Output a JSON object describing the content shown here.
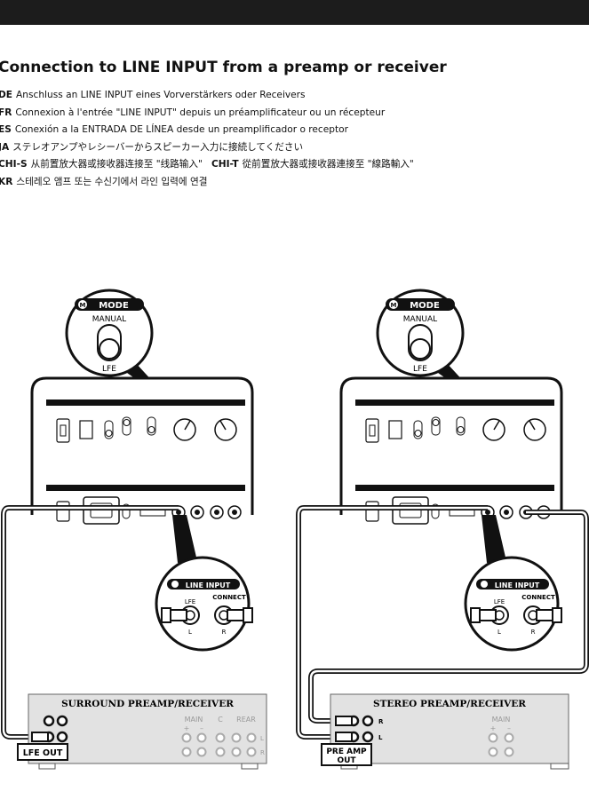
{
  "header": {
    "title": "Connection to LINE INPUT from a preamp or receiver"
  },
  "languages": [
    {
      "code": "DE",
      "text": "Anschluss an LINE INPUT eines Vorverstärkers oder Receivers"
    },
    {
      "code": "FR",
      "text": "Connexion à l'entrée \"LINE INPUT\" depuis un préamplificateur ou un récepteur"
    },
    {
      "code": "ES",
      "text": "Conexión a la ENTRADA DE LÍNEA desde un preamplificador o receptor"
    },
    {
      "code": "JA",
      "text": "ステレオアンプやレシーバーからスピーカー入力に接続してください"
    },
    {
      "code": "CHI-S",
      "text": "从前置放大器或接收器连接至 \"线路输入\"",
      "code2": "CHI-T",
      "text2": "從前置放大器或接收器連接至 \"線路輸入\""
    },
    {
      "code": "KR",
      "text": "스테레오 앰프 또는 수신기에서 라인 입력에 연결"
    }
  ],
  "diagrams": {
    "left": {
      "mode_title": "MODE",
      "mode_top": "MANUAL",
      "mode_bottom": "LFE",
      "line_input_title": "LINE INPUT",
      "connect_label": "CONNECT",
      "jack_left_top": "LFE",
      "jack_left_bottom": "L",
      "jack_right_bottom": "R",
      "receiver_title": "SURROUND PREAMP/RECEIVER",
      "main_label": "MAIN",
      "c_label": "C",
      "rear_label": "REAR",
      "plus": "+",
      "minus": "–",
      "out_label": "LFE OUT",
      "row_l": "L",
      "row_r": "R"
    },
    "right": {
      "mode_title": "MODE",
      "mode_top": "MANUAL",
      "mode_bottom": "LFE",
      "line_input_title": "LINE INPUT",
      "connect_label": "CONNECT",
      "jack_left_top": "LFE",
      "jack_left_bottom": "L",
      "jack_right_bottom": "R",
      "receiver_title": "STEREO PREAMP/RECEIVER",
      "main_label": "MAIN",
      "plus": "+",
      "minus": "–",
      "out_label_1": "PRE AMP",
      "out_label_2": "OUT",
      "row_l": "L",
      "row_r": "R"
    }
  }
}
